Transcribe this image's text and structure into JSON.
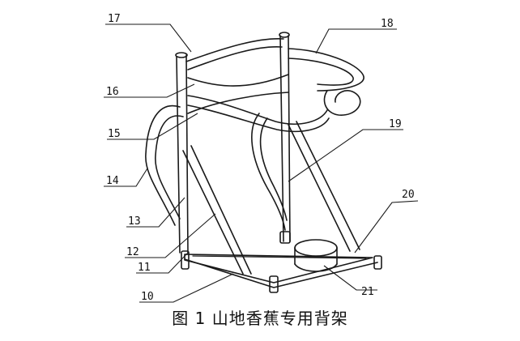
{
  "figure": {
    "caption": "图 1 山地香蕉专用背架",
    "callouts": [
      {
        "id": "c17",
        "label": "17"
      },
      {
        "id": "c18",
        "label": "18"
      },
      {
        "id": "c16",
        "label": "16"
      },
      {
        "id": "c15",
        "label": "15"
      },
      {
        "id": "c19",
        "label": "19"
      },
      {
        "id": "c14",
        "label": "14"
      },
      {
        "id": "c20",
        "label": "20"
      },
      {
        "id": "c13",
        "label": "13"
      },
      {
        "id": "c12",
        "label": "12"
      },
      {
        "id": "c11",
        "label": "11"
      },
      {
        "id": "c10",
        "label": "10"
      },
      {
        "id": "c21",
        "label": "21"
      }
    ]
  }
}
